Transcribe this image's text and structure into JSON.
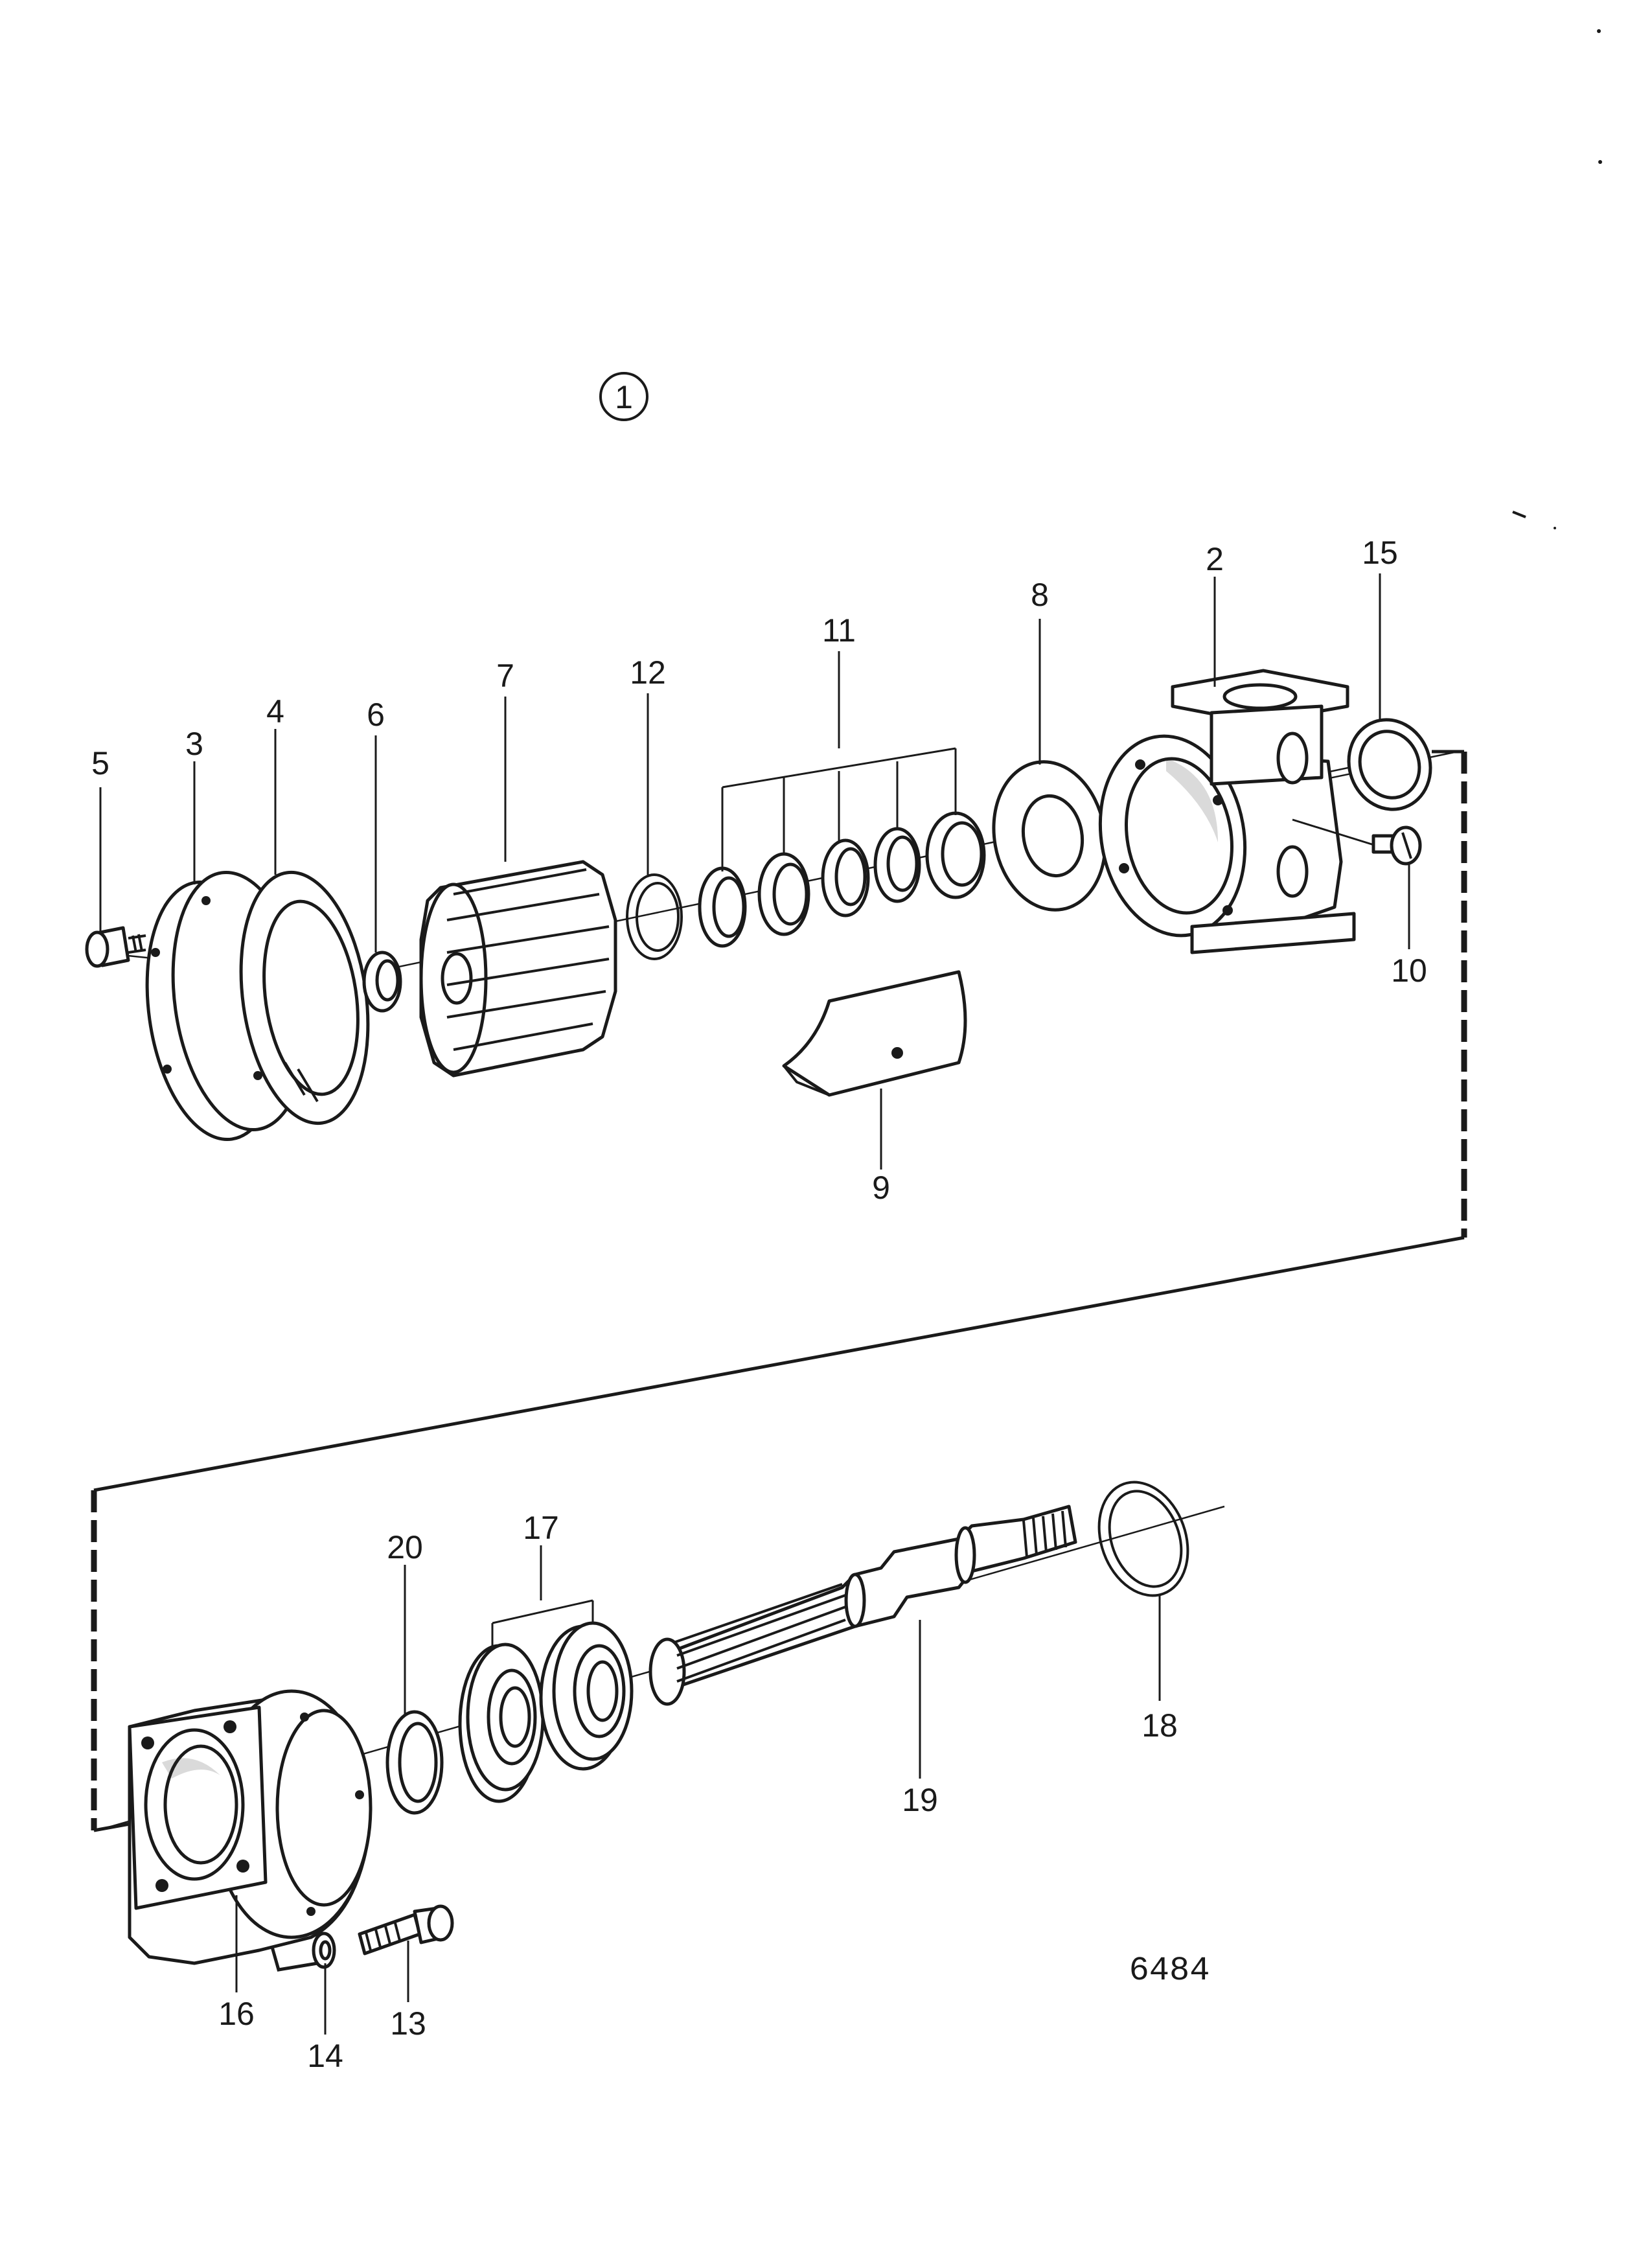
{
  "diagram": {
    "group_marker": "1",
    "drawing_number": "6484",
    "callouts": [
      "2",
      "3",
      "4",
      "5",
      "6",
      "7",
      "8",
      "9",
      "10",
      "11",
      "12",
      "13",
      "14",
      "15",
      "16",
      "17",
      "18",
      "19",
      "20"
    ]
  }
}
